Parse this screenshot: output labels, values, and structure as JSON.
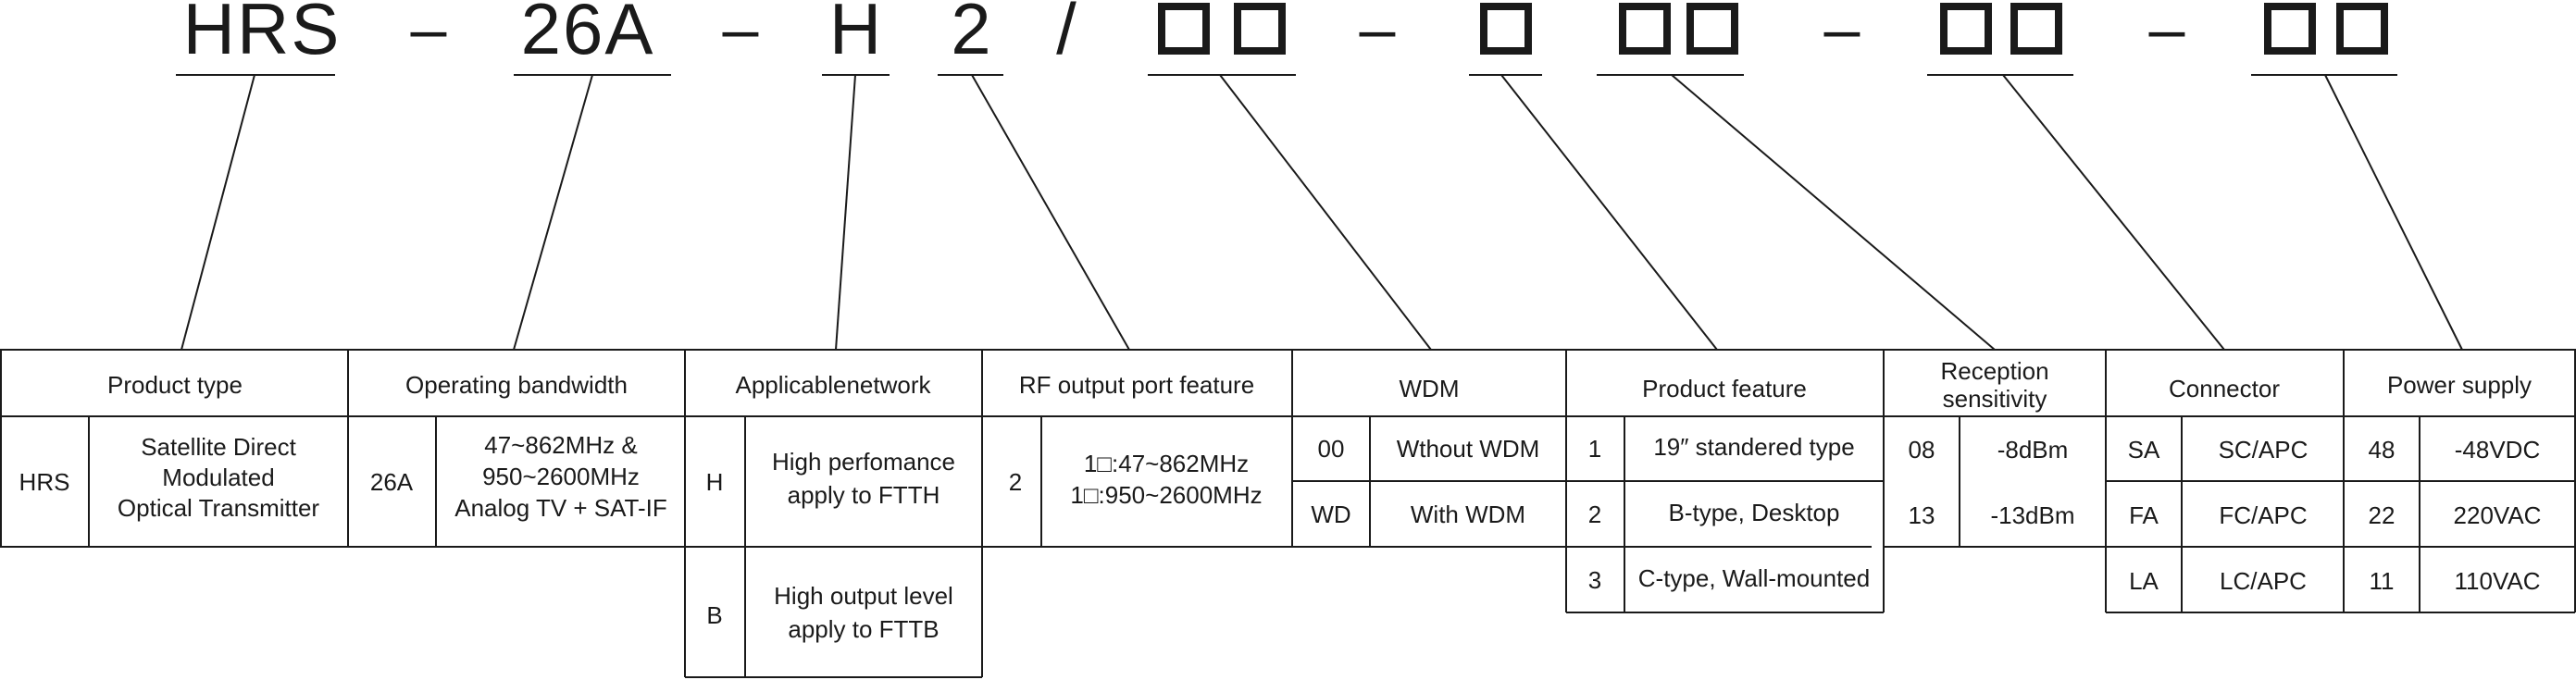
{
  "code": {
    "prefix": "HRS",
    "bandwidth_code": "26A",
    "network_code": "H",
    "rf_code": "2",
    "slash": "/",
    "dash": "–"
  },
  "columns": {
    "product_type": {
      "header": "Product type",
      "code": "HRS",
      "description": [
        "Satellite Direct",
        "Modulated",
        "Optical Transmitter"
      ]
    },
    "bandwidth": {
      "header": "Operating bandwidth",
      "code": "26A",
      "description": [
        "47~862MHz &",
        "950~2600MHz",
        "Analog TV + SAT-IF"
      ]
    },
    "network": {
      "header": "Applicablenetwork",
      "rows": [
        {
          "code": "H",
          "description": [
            "High perfomance",
            "apply to FTTH"
          ]
        },
        {
          "code": "B",
          "description": [
            "High output level",
            "apply to FTTB"
          ]
        }
      ]
    },
    "rf_port": {
      "header": "RF output port feature",
      "code": "2",
      "description": [
        "1□:47~862MHz",
        "1□:950~2600MHz"
      ]
    },
    "wdm": {
      "header": "WDM",
      "rows": [
        {
          "code": "00",
          "description": "Wthout WDM"
        },
        {
          "code": "WD",
          "description": "With WDM"
        }
      ]
    },
    "product_feature": {
      "header": "Product feature",
      "rows": [
        {
          "code": "1",
          "description": "19″ standered type"
        },
        {
          "code": "2",
          "description": "B-type, Desktop"
        },
        {
          "code": "3",
          "description": "C-type, Wall-mounted"
        }
      ]
    },
    "sensitivity": {
      "header": [
        "Reception",
        "sensitivity"
      ],
      "rows": [
        {
          "code": "08",
          "description": "-8dBm"
        },
        {
          "code": "13",
          "description": "-13dBm"
        }
      ]
    },
    "connector": {
      "header": "Connector",
      "rows": [
        {
          "code": "SA",
          "description": "SC/APC"
        },
        {
          "code": "FA",
          "description": "FC/APC"
        },
        {
          "code": "LA",
          "description": "LC/APC"
        }
      ]
    },
    "power": {
      "header": "Power supply",
      "rows": [
        {
          "code": "48",
          "description": "-48VDC"
        },
        {
          "code": "22",
          "description": "220VAC"
        },
        {
          "code": "11",
          "description": "110VAC"
        }
      ]
    }
  }
}
